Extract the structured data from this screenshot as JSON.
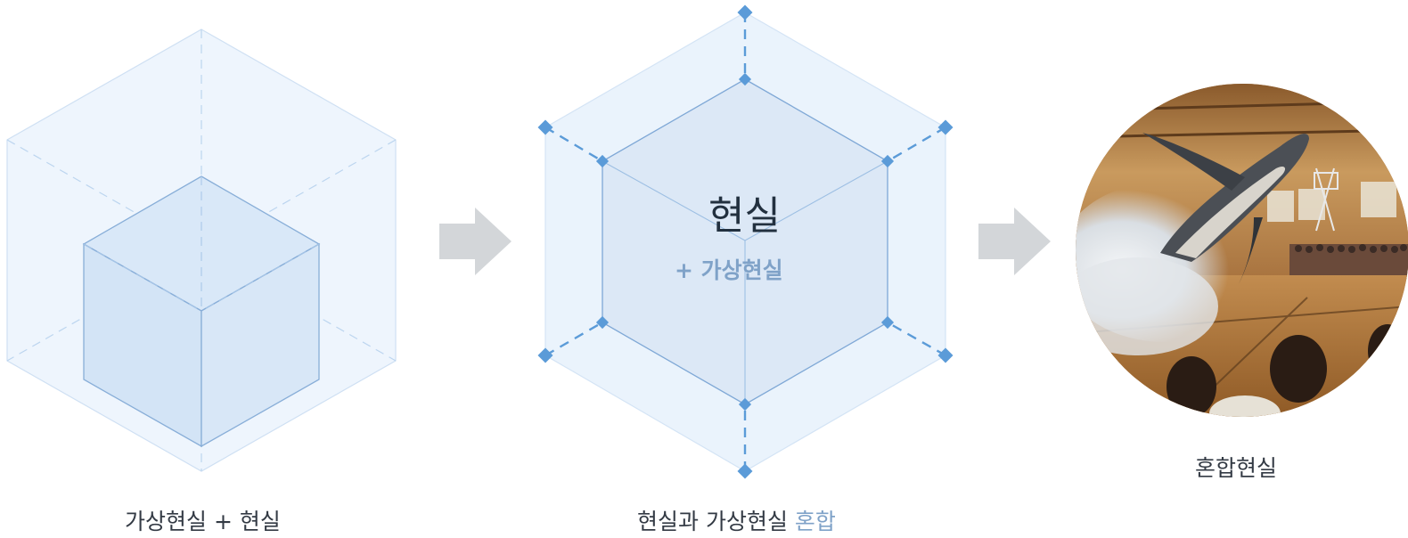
{
  "left": {
    "caption_main": "가상현실 + 현실"
  },
  "middle": {
    "title": "현실",
    "subtitle": "+ 가상현실",
    "caption_main": "현실과 가상현실 ",
    "caption_accent": "혼합"
  },
  "right": {
    "caption": "혼합현실"
  },
  "colors": {
    "outer_fill": "#eaf3fc",
    "inner_fill": "#dae9f8",
    "line": "#8fb5de",
    "dash": "#5b9bd8",
    "arrow": "#d3d6d9"
  }
}
